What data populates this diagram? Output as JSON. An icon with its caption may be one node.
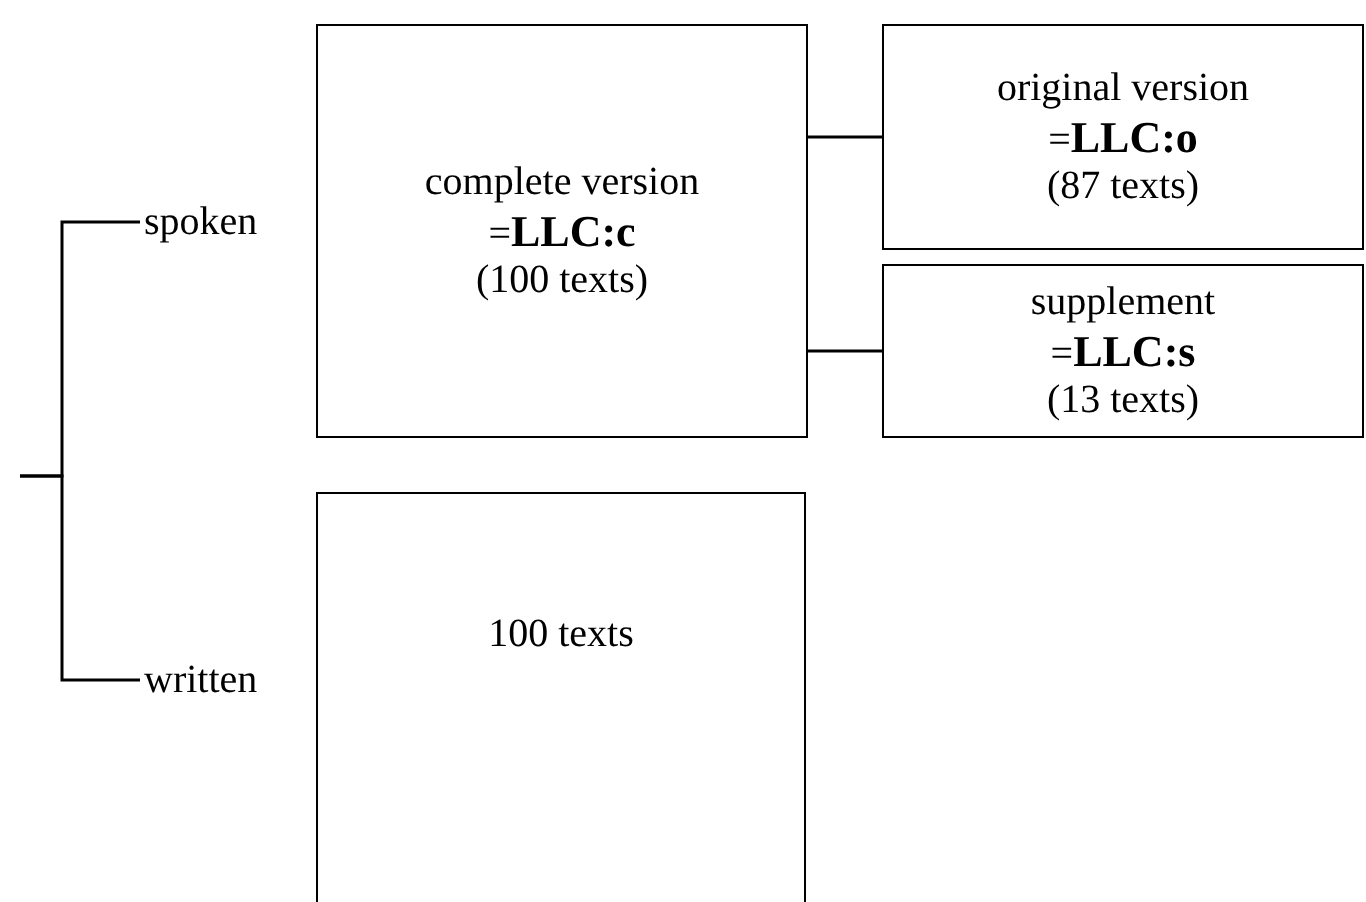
{
  "diagram": {
    "nodes": [
      {
        "text": [
          "spoken"
        ]
      },
      {
        "text": [
          "written"
        ]
      },
      {
        "text": [
          "complete version",
          "=**LLC:c**",
          "(100 texts)"
        ]
      },
      {
        "text": [
          "original version",
          "=**LLC:o**",
          "(87 texts)"
        ]
      },
      {
        "text": [
          "supplement",
          "=**LLC:s**",
          "(13 texts)"
        ]
      },
      {
        "text": [
          "100 texts"
        ]
      }
    ],
    "edges": [
      {
        "from": null,
        "to": 0,
        "arrow": "none"
      },
      {
        "from": null,
        "to": 1,
        "arrow": "none"
      },
      {
        "from": 2,
        "to": 3,
        "arrow": "none"
      },
      {
        "from": 2,
        "to": 4,
        "arrow": "none"
      }
    ]
  }
}
